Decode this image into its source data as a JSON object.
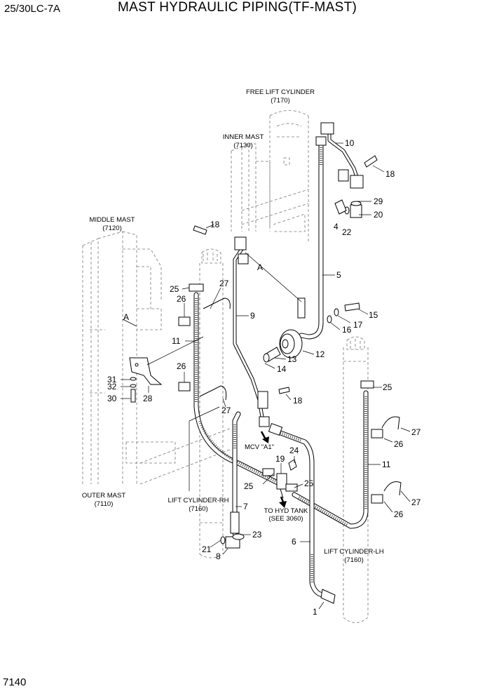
{
  "header": {
    "model": "25/30LC-7A",
    "title": "MAST HYDRAULIC PIPING(TF-MAST)"
  },
  "footer": {
    "page_number": "7140"
  },
  "labels": {
    "free_lift_cylinder": "FREE LIFT CYLINDER",
    "free_lift_cylinder_ref": "(7170)",
    "inner_mast": "INNER MAST",
    "inner_mast_ref": "(7130)",
    "middle_mast": "MIDDLE MAST",
    "middle_mast_ref": "(7120)",
    "outer_mast": "OUTER MAST",
    "outer_mast_ref": "(7110)",
    "lift_cylinder_rh": "LIFT CYLINDER-RH",
    "lift_cylinder_rh_ref": "(7160)",
    "lift_cylinder_lh": "LIFT CYLINDER-LH",
    "lift_cylinder_lh_ref": "(7160)",
    "mcv": "MCV \"A1\"",
    "to_hyd_tank": "TO HYD TANK",
    "to_hyd_tank_ref": "(SEE 3060)",
    "detail_a_1": "A",
    "detail_a_2": "A"
  },
  "callouts": {
    "c10": "10",
    "c18a": "18",
    "c29": "29",
    "c20": "20",
    "c4": "4",
    "c22": "22",
    "c18b": "18",
    "c5": "5",
    "c15": "15",
    "c17": "17",
    "c16": "16",
    "c25a": "25",
    "c27a": "27",
    "c26a": "26",
    "c9": "9",
    "c11a": "11",
    "c12": "12",
    "c13": "13",
    "c14": "14",
    "c31": "31",
    "c32": "32",
    "c30": "30",
    "c28": "28",
    "c26b": "26",
    "c18c": "18",
    "c27b": "27",
    "c25b": "25",
    "c27c": "27",
    "c26c": "26",
    "c24": "24",
    "c19": "19",
    "c11b": "11",
    "c25c": "25",
    "c25d": "25",
    "c27d": "27",
    "c26d": "26",
    "c7": "7",
    "c23": "23",
    "c21": "21",
    "c8": "8",
    "c6": "6",
    "c1": "1"
  }
}
